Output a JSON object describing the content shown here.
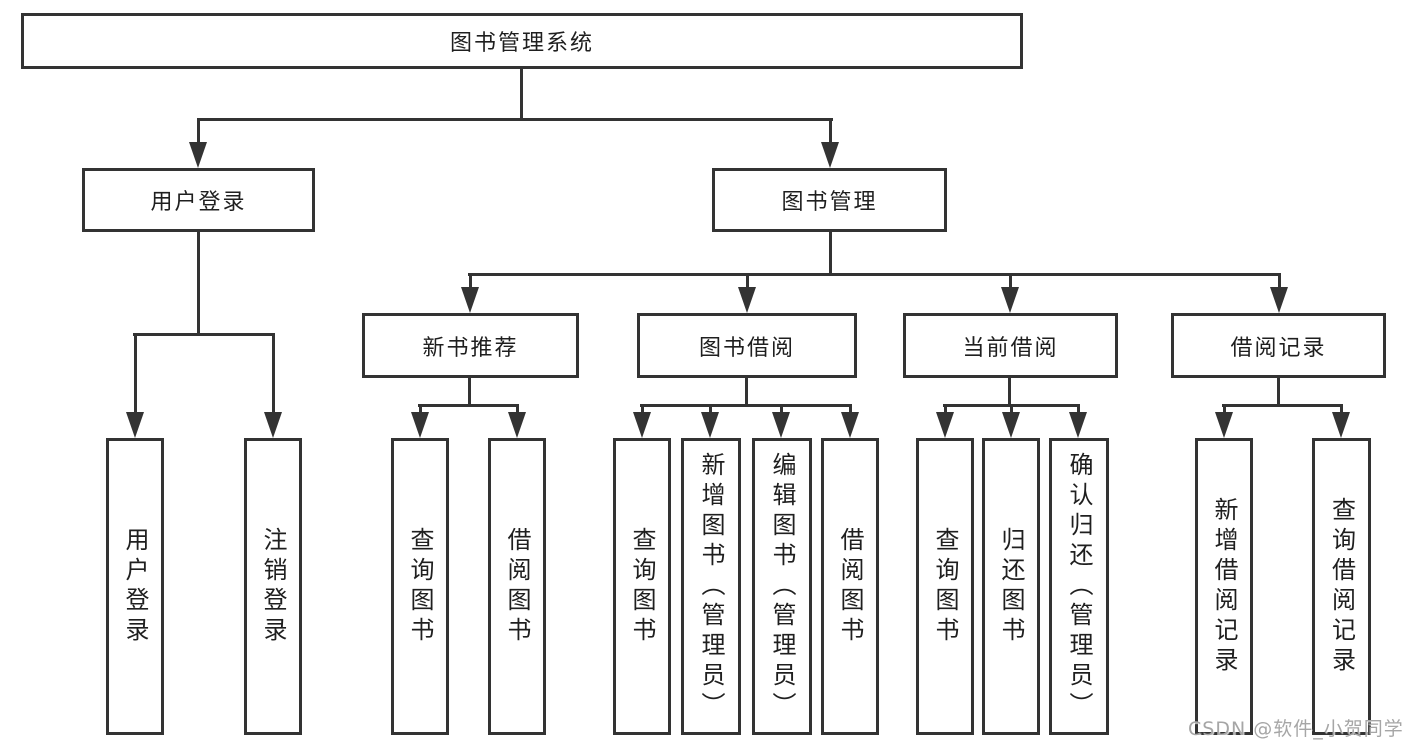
{
  "diagram": {
    "root": {
      "label": "图书管理系统"
    },
    "level1": {
      "user_login": {
        "label": "用户登录"
      },
      "book_mgmt": {
        "label": "图书管理"
      }
    },
    "level2": {
      "new_book": {
        "label": "新书推荐"
      },
      "book_borrow": {
        "label": "图书借阅"
      },
      "current_borrow": {
        "label": "当前借阅"
      },
      "borrow_record": {
        "label": "借阅记录"
      }
    },
    "leaves": {
      "ul_login": "用户登录",
      "ul_logout": "注销登录",
      "nb_query": "查询图书",
      "nb_borrow": "借阅图书",
      "bb_query": "查询图书",
      "bb_add": "新增图书（管理员）",
      "bb_edit": "编辑图书（管理员）",
      "bb_borrow": "借阅图书",
      "cb_query": "查询图书",
      "cb_return": "归还图书",
      "cb_confirm": "确认归还（管理员）",
      "br_add": "新增借阅记录",
      "br_query": "查询借阅记录"
    },
    "watermark": "CSDN @软件_小贺同学",
    "colors": {
      "line": "#333333",
      "text": "#1f1f1f",
      "watermark": "#a6a6a6",
      "background": "#ffffff"
    }
  }
}
